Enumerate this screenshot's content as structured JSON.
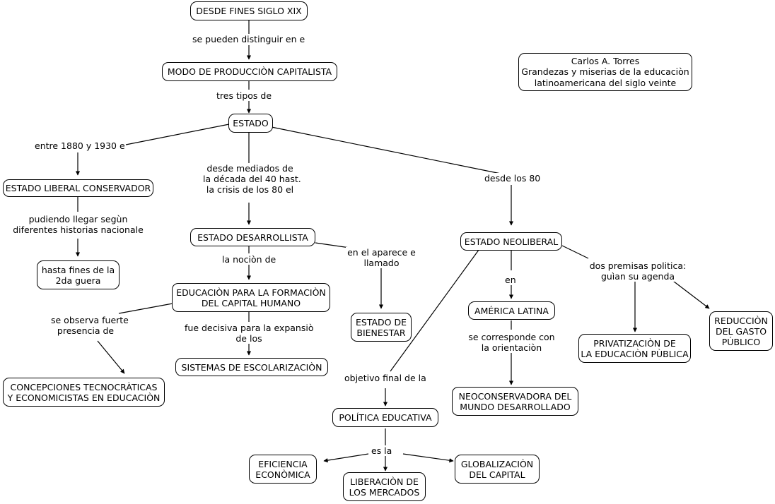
{
  "diagram": {
    "title_source": "Carlos A. Torres\nGrandezas y miserias de la educaciòn\nlatinoamericana del siglo veinte",
    "nodes": {
      "desde_fines": "DESDE FINES SIGLO XIX",
      "modo_produccion": "MODO DE PRODUCCIÒN CAPITALISTA",
      "estado": "ESTADO",
      "estado_liberal": "ESTADO LIBERAL CONSERVADOR",
      "hasta_fines": "hasta fines de la\n2da guera",
      "concepciones": "CONCEPCIONES TECNOCRÀTICAS\nY ECONOMICISTAS EN EDUCACIÒN",
      "estado_desarrollista": "ESTADO DESARROLLISTA",
      "educacion_capital": "EDUCACIÒN PARA LA FORMACIÒN\nDEL CAPITAL HUMANO",
      "sistemas_escolarizacion": "SISTEMAS DE ESCOLARIZACIÒN",
      "estado_bienestar": "ESTADO DE\nBIENESTAR",
      "estado_neoliberal": "ESTADO NEOLIBERAL",
      "america_latina": "AMÉRICA LATINA",
      "neoconservadora": "NEOCONSERVADORA DEL\nMUNDO DESARROLLADO",
      "privatizacion": "PRIVATIZACIÒN DE\nLA EDUCACIÒN PÙBLICA",
      "reduccion_gasto": "REDUCCIÒN\nDEL GASTO\nPÚBLICO",
      "politica_educativa": "POLÍTICA EDUCATIVA",
      "eficiencia": "EFICIENCIA\nECONÒMICA",
      "liberacion_mercados": "LIBERACIÒN DE\nLOS MERCADOS",
      "globalizacion": "GLOBALIZACIÒN\nDEL CAPITAL"
    },
    "link_labels": {
      "se_pueden_distinguir": "se pueden distinguir en e",
      "tres_tipos": "tres tipos de",
      "entre_1880": "entre 1880 y 1930 e",
      "pudiendo_llegar": "pudiendo llegar segùn\ndiferentes historias nacionale",
      "se_observa": "se observa fuerte\npresencia de",
      "desde_mediados": "desde mediados de\nla década del 40 hast.\nla crisis de los 80 el",
      "la_nocion": "la nociòn de",
      "fue_decisiva": "fue decisiva para la expansiò\nde los",
      "en_el_aparece": "en el aparece e\nllamado",
      "desde_los_80": "desde los 80",
      "en": "en",
      "se_corresponde": "se corresponde con\nla orientaciòn",
      "dos_premisas": "dos premisas politica:\nguìan su agenda",
      "objetivo_final": "objetivo final de la",
      "es_la": "es la"
    },
    "colors": {
      "stroke": "#000000",
      "background": "#ffffff",
      "text": "#000000"
    }
  }
}
